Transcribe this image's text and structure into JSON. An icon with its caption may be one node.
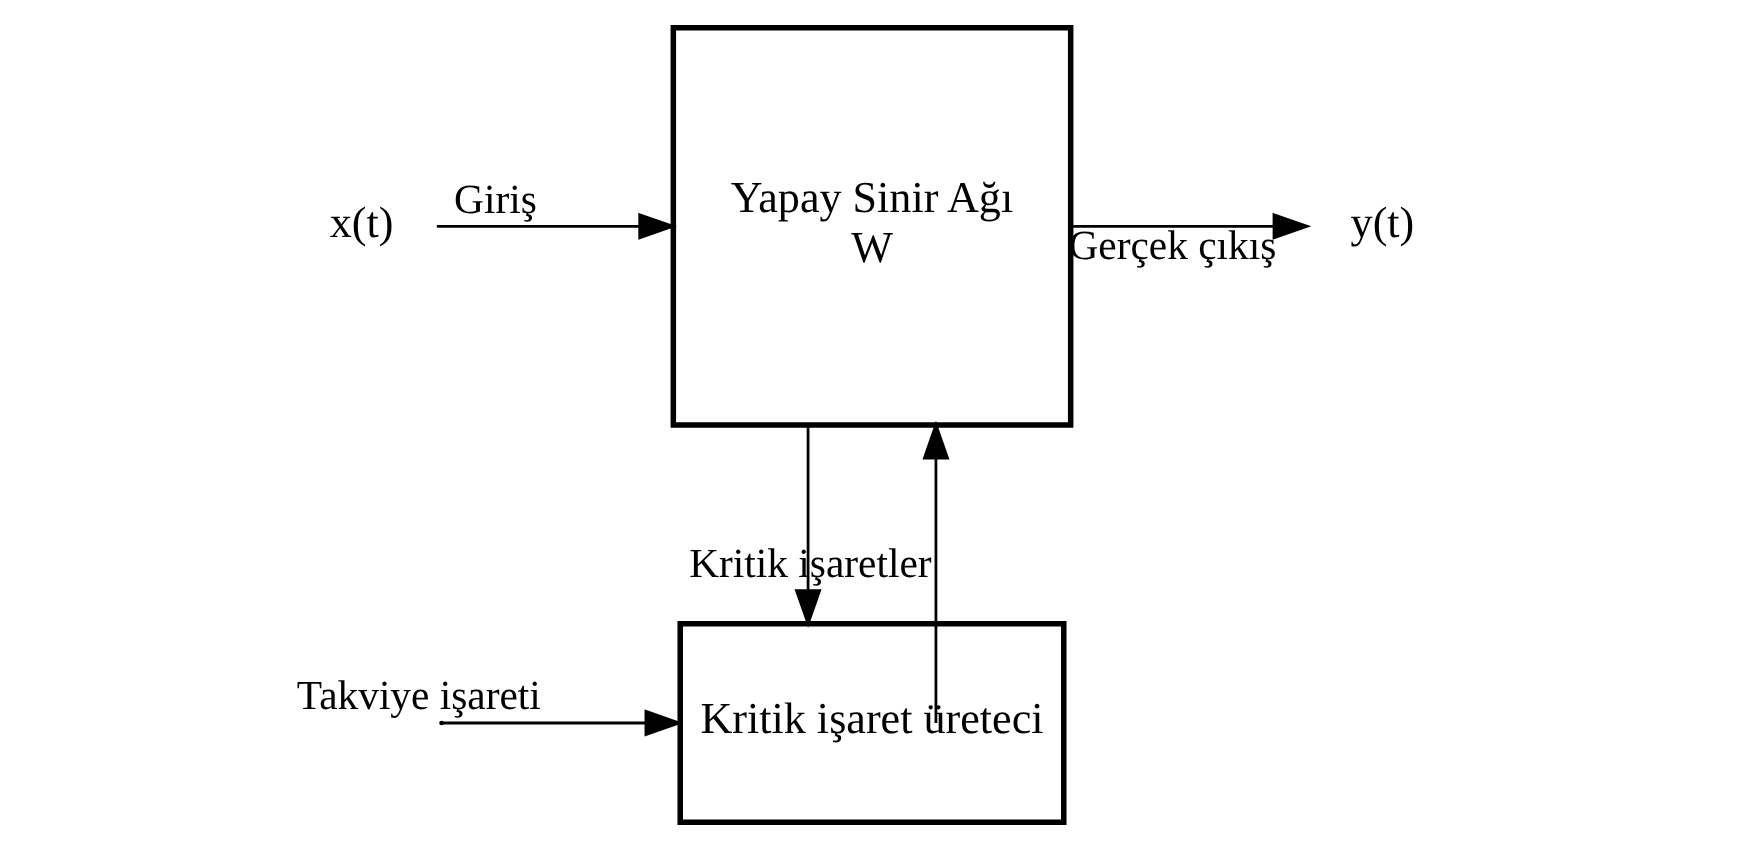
{
  "diagram": {
    "nodes": [
      {
        "text": [
          "x(t)"
        ]
      },
      {
        "text": [
          "Yapay Sinir Ağı",
          "W"
        ]
      },
      {
        "text": [
          "y(t)"
        ]
      },
      {
        "text": [
          "Kritik işaret üreteci"
        ]
      }
    ],
    "edges": [
      {
        "from": 0,
        "to": 1,
        "arrow": "to",
        "label": "Giriş"
      },
      {
        "from": 1,
        "to": 2,
        "arrow": "to",
        "label": "Gerçek çıkış"
      },
      {
        "from": 1,
        "to": 3,
        "arrow": "to"
      },
      {
        "from": 3,
        "to": 1,
        "arrow": "to",
        "label": "Kritik işaretler"
      },
      {
        "from": null,
        "to": 3,
        "arrow": "to",
        "label": "Takviye işareti"
      }
    ]
  }
}
